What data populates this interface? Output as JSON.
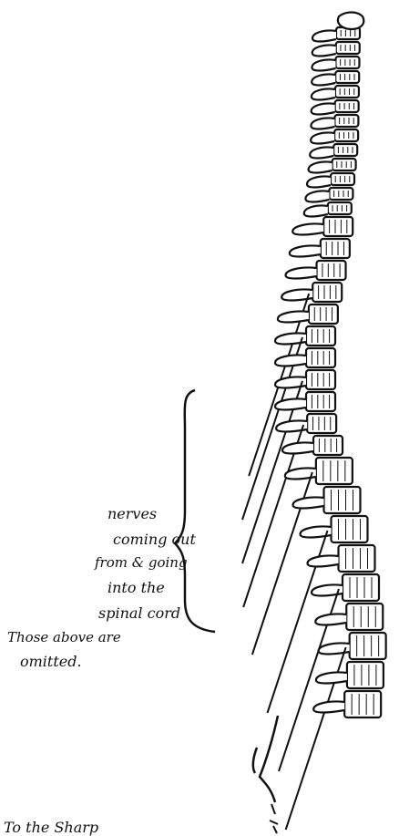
{
  "annotation": {
    "lines": [
      "nerves",
      "coming out",
      "from & going",
      "into the",
      "spinal cord",
      "Those above are",
      "omitted."
    ],
    "bottom_fragment": "To the Sharp"
  },
  "colors": {
    "ink": "#111111",
    "paper": "#ffffff",
    "vertebra_fill": "#ffffff"
  },
  "icons": {
    "figure": "spine-illustration"
  }
}
